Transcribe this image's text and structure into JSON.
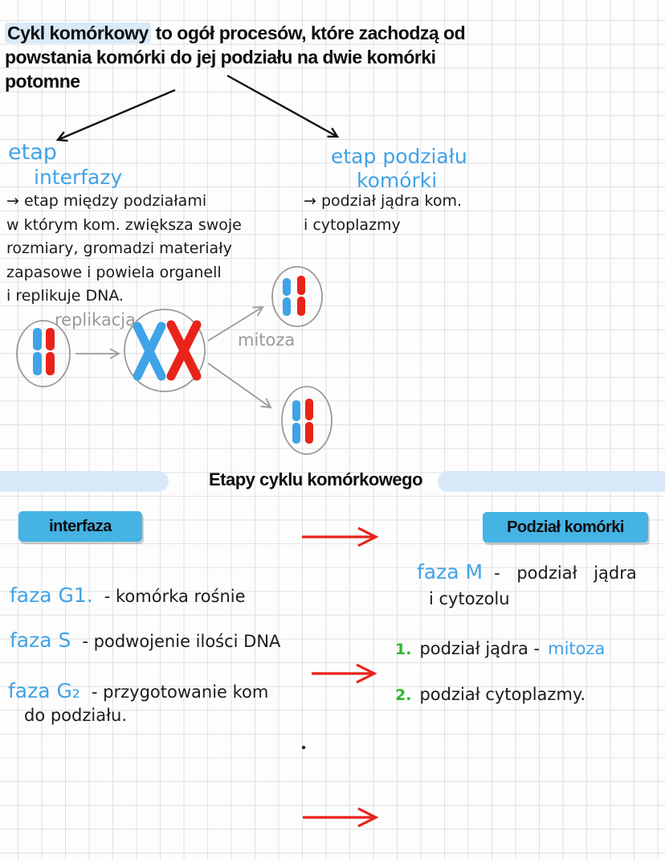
{
  "colors": {
    "hand_blue": "#3fa3e8",
    "box_blue": "#45b3e4",
    "highlight_blue": "#d9e9f8",
    "chromosome_blue": "#3fa3e8",
    "chromosome_red": "#e8231a",
    "arrow_red": "#e8231a",
    "num_green": "#2eb82e",
    "pen_gray": "#9a9a9a"
  },
  "page": {
    "title_highlight": "Cykl komórkowy",
    "title_rest": " to ogół procesów, które zachodzą od powstania komórki do jej podziału na dwie komórki potomne"
  },
  "branches": {
    "left": {
      "title_line1": "etap",
      "title_line2": "interfazy",
      "desc_lines": [
        "→ etap między podziałami",
        "w którym kom. zwiększa swoje",
        "rozmiary, gromadzi materiały",
        "zapasowe i powiela organell",
        "i replikuje DNA."
      ]
    },
    "right": {
      "title_line1": "etap podziału",
      "title_line2": "komórki",
      "desc_lines": [
        "→ podział jądra kom.",
        "i cytoplazmy"
      ]
    }
  },
  "diagram": {
    "replication_label": "replikacja",
    "mitosis_label": "mitoza"
  },
  "section": {
    "heading": "Etapy cyklu komórkowego"
  },
  "stages": {
    "left_box_label": "interfaza",
    "right_box_label": "Podział komórki",
    "phases": [
      {
        "name": "faza G1.",
        "desc": "- komórka rośnie"
      },
      {
        "name": "faza S",
        "desc": "-  podwojenie  ilości  DNA"
      },
      {
        "name": "faza G₂",
        "desc": "-  przygotowanie  kom",
        "desc2": "do  podziału."
      }
    ],
    "m_phase": {
      "name": "faza M",
      "desc": "- podział  jądra",
      "desc2": "i cytozolu"
    },
    "steps": [
      {
        "num": "1.",
        "text": "podział  jądra  -",
        "term": "mitoza"
      },
      {
        "num": "2.",
        "text": "podział  cytoplazmy.",
        "term": ""
      }
    ]
  }
}
